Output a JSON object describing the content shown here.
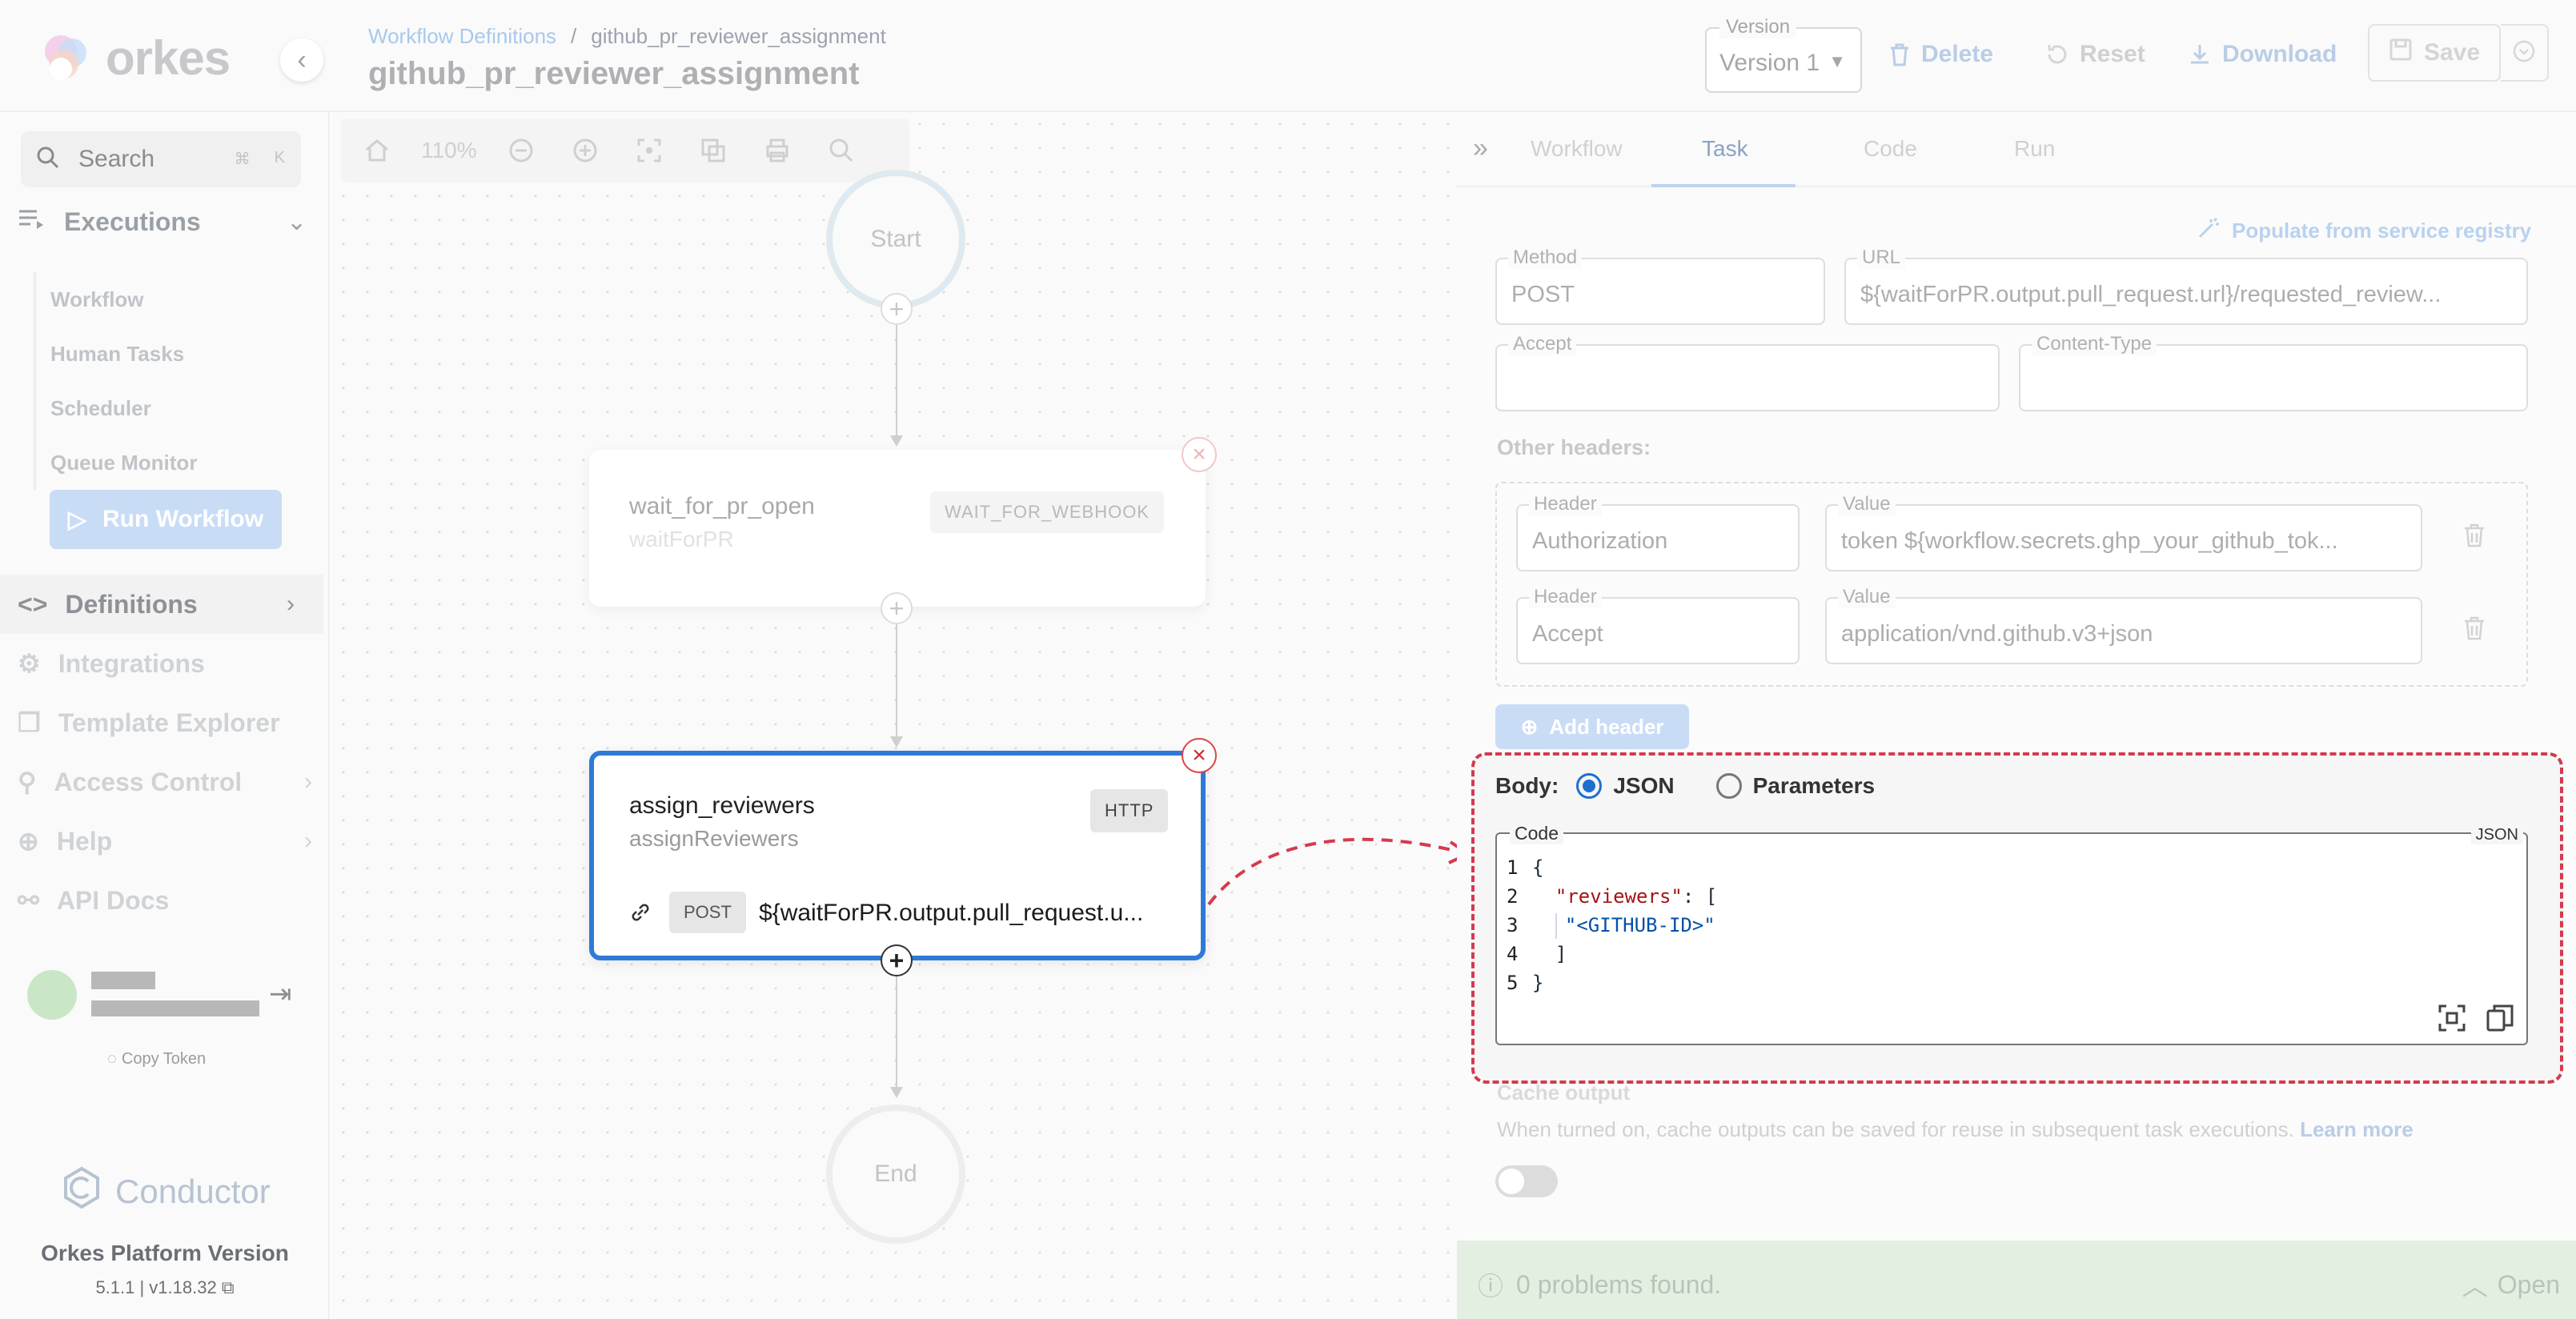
{
  "app": {
    "logo_text": "orkes"
  },
  "header": {
    "breadcrumb_link": "Workflow Definitions",
    "breadcrumb_sep": "/",
    "breadcrumb_current": "github_pr_reviewer_assignment",
    "title": "github_pr_reviewer_assignment",
    "version_label": "Version",
    "version_value": "Version 1",
    "delete_label": "Delete",
    "reset_label": "Reset",
    "download_label": "Download",
    "save_label": "Save"
  },
  "sidebar": {
    "search_placeholder": "Search",
    "search_kbd_1": "⌘",
    "search_kbd_2": "K",
    "executions_label": "Executions",
    "executions_items": [
      "Workflow",
      "Human Tasks",
      "Scheduler",
      "Queue Monitor"
    ],
    "run_workflow_label": "Run Workflow",
    "nav": {
      "definitions": "Definitions",
      "integrations": "Integrations",
      "template_explorer": "Template Explorer",
      "access_control": "Access Control",
      "help": "Help",
      "api_docs": "API Docs"
    },
    "copy_token": "Copy Token",
    "conductor_label": "Conductor",
    "platform_version_title": "Orkes Platform Version",
    "platform_version": "5.1.1 | v1.18.32"
  },
  "canvas": {
    "zoom": "110%",
    "start_label": "Start",
    "end_label": "End",
    "wait_task": {
      "name": "wait_for_pr_open",
      "ref": "waitForPR",
      "type": "WAIT_FOR_WEBHOOK"
    },
    "assign_task": {
      "name": "assign_reviewers",
      "ref": "assignReviewers",
      "type": "HTTP",
      "method": "POST",
      "url": "${waitForPR.output.pull_request.u..."
    }
  },
  "panel": {
    "tabs": [
      "Workflow",
      "Task",
      "Code",
      "Run"
    ],
    "active_tab": "Task",
    "populate_label": "Populate from service registry",
    "method_label": "Method",
    "method_value": "POST",
    "url_label": "URL",
    "url_value": "${waitForPR.output.pull_request.url}/requested_review...",
    "accept_label": "Accept",
    "accept_value": "",
    "content_type_label": "Content-Type",
    "content_type_value": "",
    "other_headers_label": "Other headers:",
    "headers": [
      {
        "header_label": "Header",
        "header_value": "Authorization",
        "value_label": "Value",
        "value": "token ${workflow.secrets.ghp_your_github_tok..."
      },
      {
        "header_label": "Header",
        "header_value": "Accept",
        "value_label": "Value",
        "value": "application/vnd.github.v3+json"
      }
    ],
    "add_header_label": "Add header",
    "body_label": "Body:",
    "body_options": [
      "JSON",
      "Parameters"
    ],
    "body_selected": "JSON",
    "code_label": "Code",
    "code_lang": "JSON",
    "code_line_numbers": [
      "1",
      "2",
      "3",
      "4",
      "5"
    ],
    "code": {
      "l1": "{",
      "l2_key": "\"reviewers\"",
      "l2_rest": ": [",
      "l3": "\"<GITHUB-ID>\"",
      "l4": "]",
      "l5": "}"
    },
    "cache_title": "Cache output",
    "cache_desc": "When turned on, cache outputs can be saved for reuse in subsequent task executions.",
    "learn_more": "Learn more",
    "problems": "0 problems found.",
    "open_label": "Open"
  },
  "colors": {
    "accent": "#2e7ad6",
    "annotation": "#d43a4f",
    "delete_x": "#cc2b2b"
  }
}
